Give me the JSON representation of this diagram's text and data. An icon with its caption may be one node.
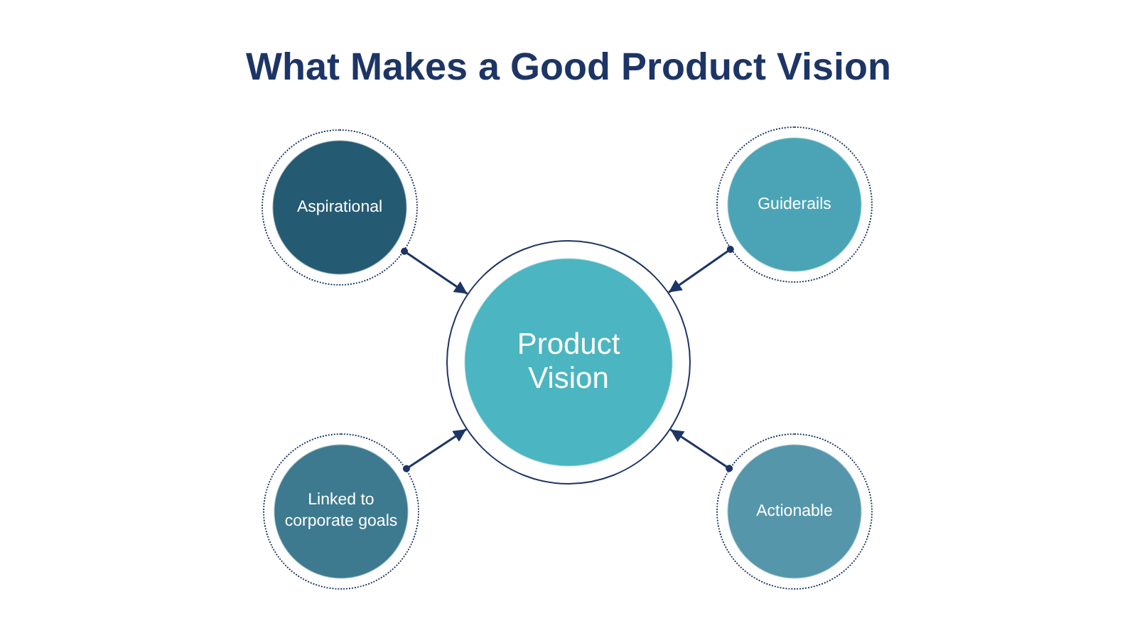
{
  "diagram": {
    "title": "What Makes a Good Product Vision",
    "nodes": [
      {
        "text": [
          "Aspirational"
        ]
      },
      {
        "text": [
          "Guiderails"
        ]
      },
      {
        "text": [
          "Product Vision"
        ]
      },
      {
        "text": [
          "Linked to corporate goals"
        ]
      },
      {
        "text": [
          "Actionable"
        ]
      }
    ],
    "edges": [
      {
        "from": 0,
        "to": 2,
        "arrow": "to"
      },
      {
        "from": 1,
        "to": 2,
        "arrow": "to"
      },
      {
        "from": 3,
        "to": 2,
        "arrow": "to"
      },
      {
        "from": 4,
        "to": 2,
        "arrow": "to"
      }
    ]
  }
}
